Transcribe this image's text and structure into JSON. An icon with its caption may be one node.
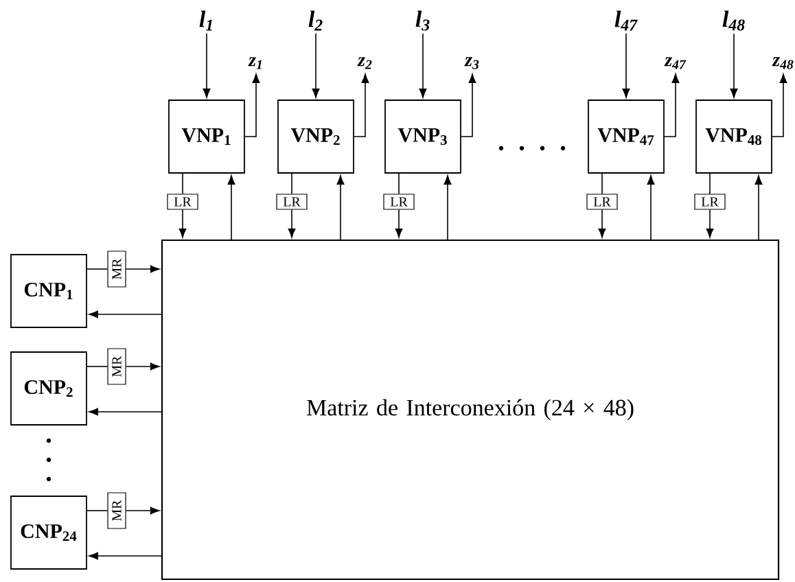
{
  "diagram": {
    "nodes": [
      {
        "text": [
          "Matriz de Interconexión (24 × 48)"
        ]
      },
      {
        "text": [
          "VNP$_{1}$"
        ]
      },
      {
        "text": [
          "VNP$_{2}$"
        ]
      },
      {
        "text": [
          "VNP$_{3}$"
        ]
      },
      {
        "text": [
          "VNP$_{47}$"
        ]
      },
      {
        "text": [
          "VNP$_{48}$"
        ]
      },
      {
        "text": [
          "CNP$_{1}$"
        ]
      },
      {
        "text": [
          "CNP$_{2}$"
        ]
      },
      {
        "text": [
          "CNP$_{24}$"
        ]
      },
      {
        "text": [
          "l$_{1}$"
        ]
      },
      {
        "text": [
          "l$_{2}$"
        ]
      },
      {
        "text": [
          "l$_{3}$"
        ]
      },
      {
        "text": [
          "l$_{47}$"
        ]
      },
      {
        "text": [
          "l$_{48}$"
        ]
      },
      {
        "text": [
          "z$_{1}$"
        ]
      },
      {
        "text": [
          "z$_{2}$"
        ]
      },
      {
        "text": [
          "z$_{3}$"
        ]
      },
      {
        "text": [
          "z$_{47}$"
        ]
      },
      {
        "text": [
          "z$_{48}$"
        ]
      },
      {
        "text": [
          "LR"
        ]
      },
      {
        "text": [
          "LR"
        ]
      },
      {
        "text": [
          "LR"
        ]
      },
      {
        "text": [
          "LR"
        ]
      },
      {
        "text": [
          "LR"
        ]
      },
      {
        "text": [
          "MR"
        ]
      },
      {
        "text": [
          "MR"
        ]
      },
      {
        "text": [
          "MR"
        ]
      }
    ],
    "edges": [
      {
        "from": 9,
        "to": 1,
        "arrow": "to"
      },
      {
        "from": 10,
        "to": 2,
        "arrow": "to"
      },
      {
        "from": 11,
        "to": 3,
        "arrow": "to"
      },
      {
        "from": 12,
        "to": 4,
        "arrow": "to"
      },
      {
        "from": 13,
        "to": 5,
        "arrow": "to"
      },
      {
        "from": 1,
        "to": 14,
        "arrow": "to"
      },
      {
        "from": 2,
        "to": 15,
        "arrow": "to"
      },
      {
        "from": 3,
        "to": 16,
        "arrow": "to"
      },
      {
        "from": 4,
        "to": 17,
        "arrow": "to"
      },
      {
        "from": 5,
        "to": 18,
        "arrow": "to"
      },
      {
        "from": 1,
        "to": 19,
        "arrow": "none"
      },
      {
        "from": 2,
        "to": 20,
        "arrow": "none"
      },
      {
        "from": 3,
        "to": 21,
        "arrow": "none"
      },
      {
        "from": 4,
        "to": 22,
        "arrow": "none"
      },
      {
        "from": 5,
        "to": 23,
        "arrow": "none"
      },
      {
        "from": 19,
        "to": 0,
        "arrow": "to"
      },
      {
        "from": 20,
        "to": 0,
        "arrow": "to"
      },
      {
        "from": 21,
        "to": 0,
        "arrow": "to"
      },
      {
        "from": 22,
        "to": 0,
        "arrow": "to"
      },
      {
        "from": 23,
        "to": 0,
        "arrow": "to"
      },
      {
        "from": 0,
        "to": 1,
        "arrow": "to"
      },
      {
        "from": 0,
        "to": 2,
        "arrow": "to"
      },
      {
        "from": 0,
        "to": 3,
        "arrow": "to"
      },
      {
        "from": 0,
        "to": 4,
        "arrow": "to"
      },
      {
        "from": 0,
        "to": 5,
        "arrow": "to"
      },
      {
        "from": 6,
        "to": 24,
        "arrow": "none"
      },
      {
        "from": 7,
        "to": 25,
        "arrow": "none"
      },
      {
        "from": 8,
        "to": 26,
        "arrow": "none"
      },
      {
        "from": 24,
        "to": 0,
        "arrow": "to"
      },
      {
        "from": 25,
        "to": 0,
        "arrow": "to"
      },
      {
        "from": 26,
        "to": 0,
        "arrow": "to"
      },
      {
        "from": 0,
        "to": 6,
        "arrow": "to"
      },
      {
        "from": 0,
        "to": 7,
        "arrow": "to"
      },
      {
        "from": 0,
        "to": 8,
        "arrow": "to"
      }
    ]
  }
}
